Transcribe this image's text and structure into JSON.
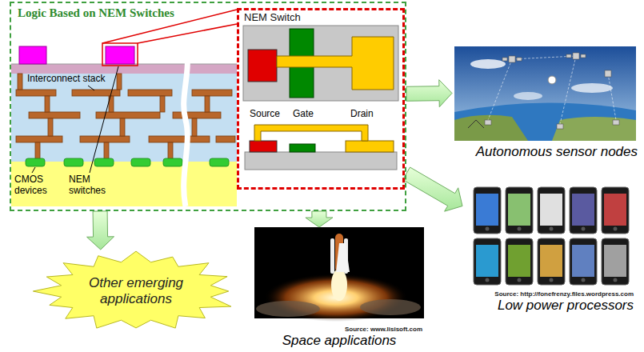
{
  "diagram": {
    "nodes": [
      {
        "text": [
          "Logic Based on NEM Switches"
        ]
      },
      {
        "text": [
          "NEM Switch"
        ],
        "in": 0
      },
      {
        "text": [
          "Autonomous sensor nodes"
        ]
      },
      {
        "text": [
          "Source: www.lisisoft.com",
          "Space applications"
        ]
      },
      {
        "text": [
          "Source: http://fonefrenzy.files.wordpress.com",
          "Low power processors"
        ]
      },
      {
        "text": [
          "Other emerging applications"
        ]
      }
    ],
    "edges": [
      {
        "from": 0,
        "to": 2,
        "arrow": "to"
      },
      {
        "from": 0,
        "to": 3,
        "arrow": "to"
      },
      {
        "from": 0,
        "to": 4,
        "arrow": "to"
      },
      {
        "from": 0,
        "to": 5,
        "arrow": "to"
      }
    ],
    "labels": [
      "Interconnect stack",
      "CMOS devices",
      "NEM switches",
      "Source",
      "Gate",
      "Drain"
    ]
  }
}
